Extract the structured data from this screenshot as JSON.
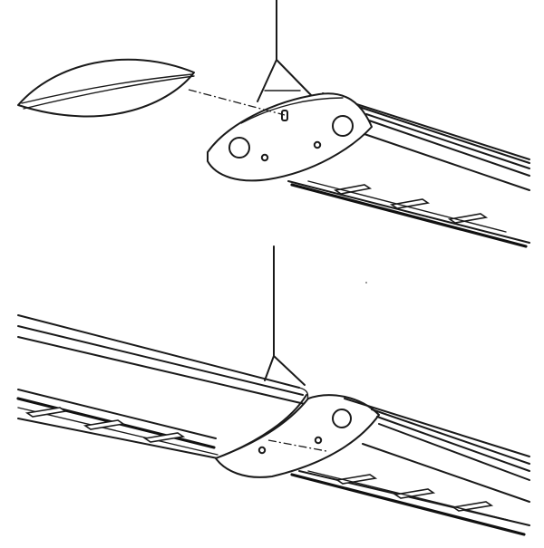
{
  "figure": {
    "kind": "technical line drawing",
    "views": [
      "end-cap-detached",
      "two-fixtures-joined"
    ],
    "colors": {
      "line": "#1a1a1a",
      "background": "#ffffff"
    }
  }
}
